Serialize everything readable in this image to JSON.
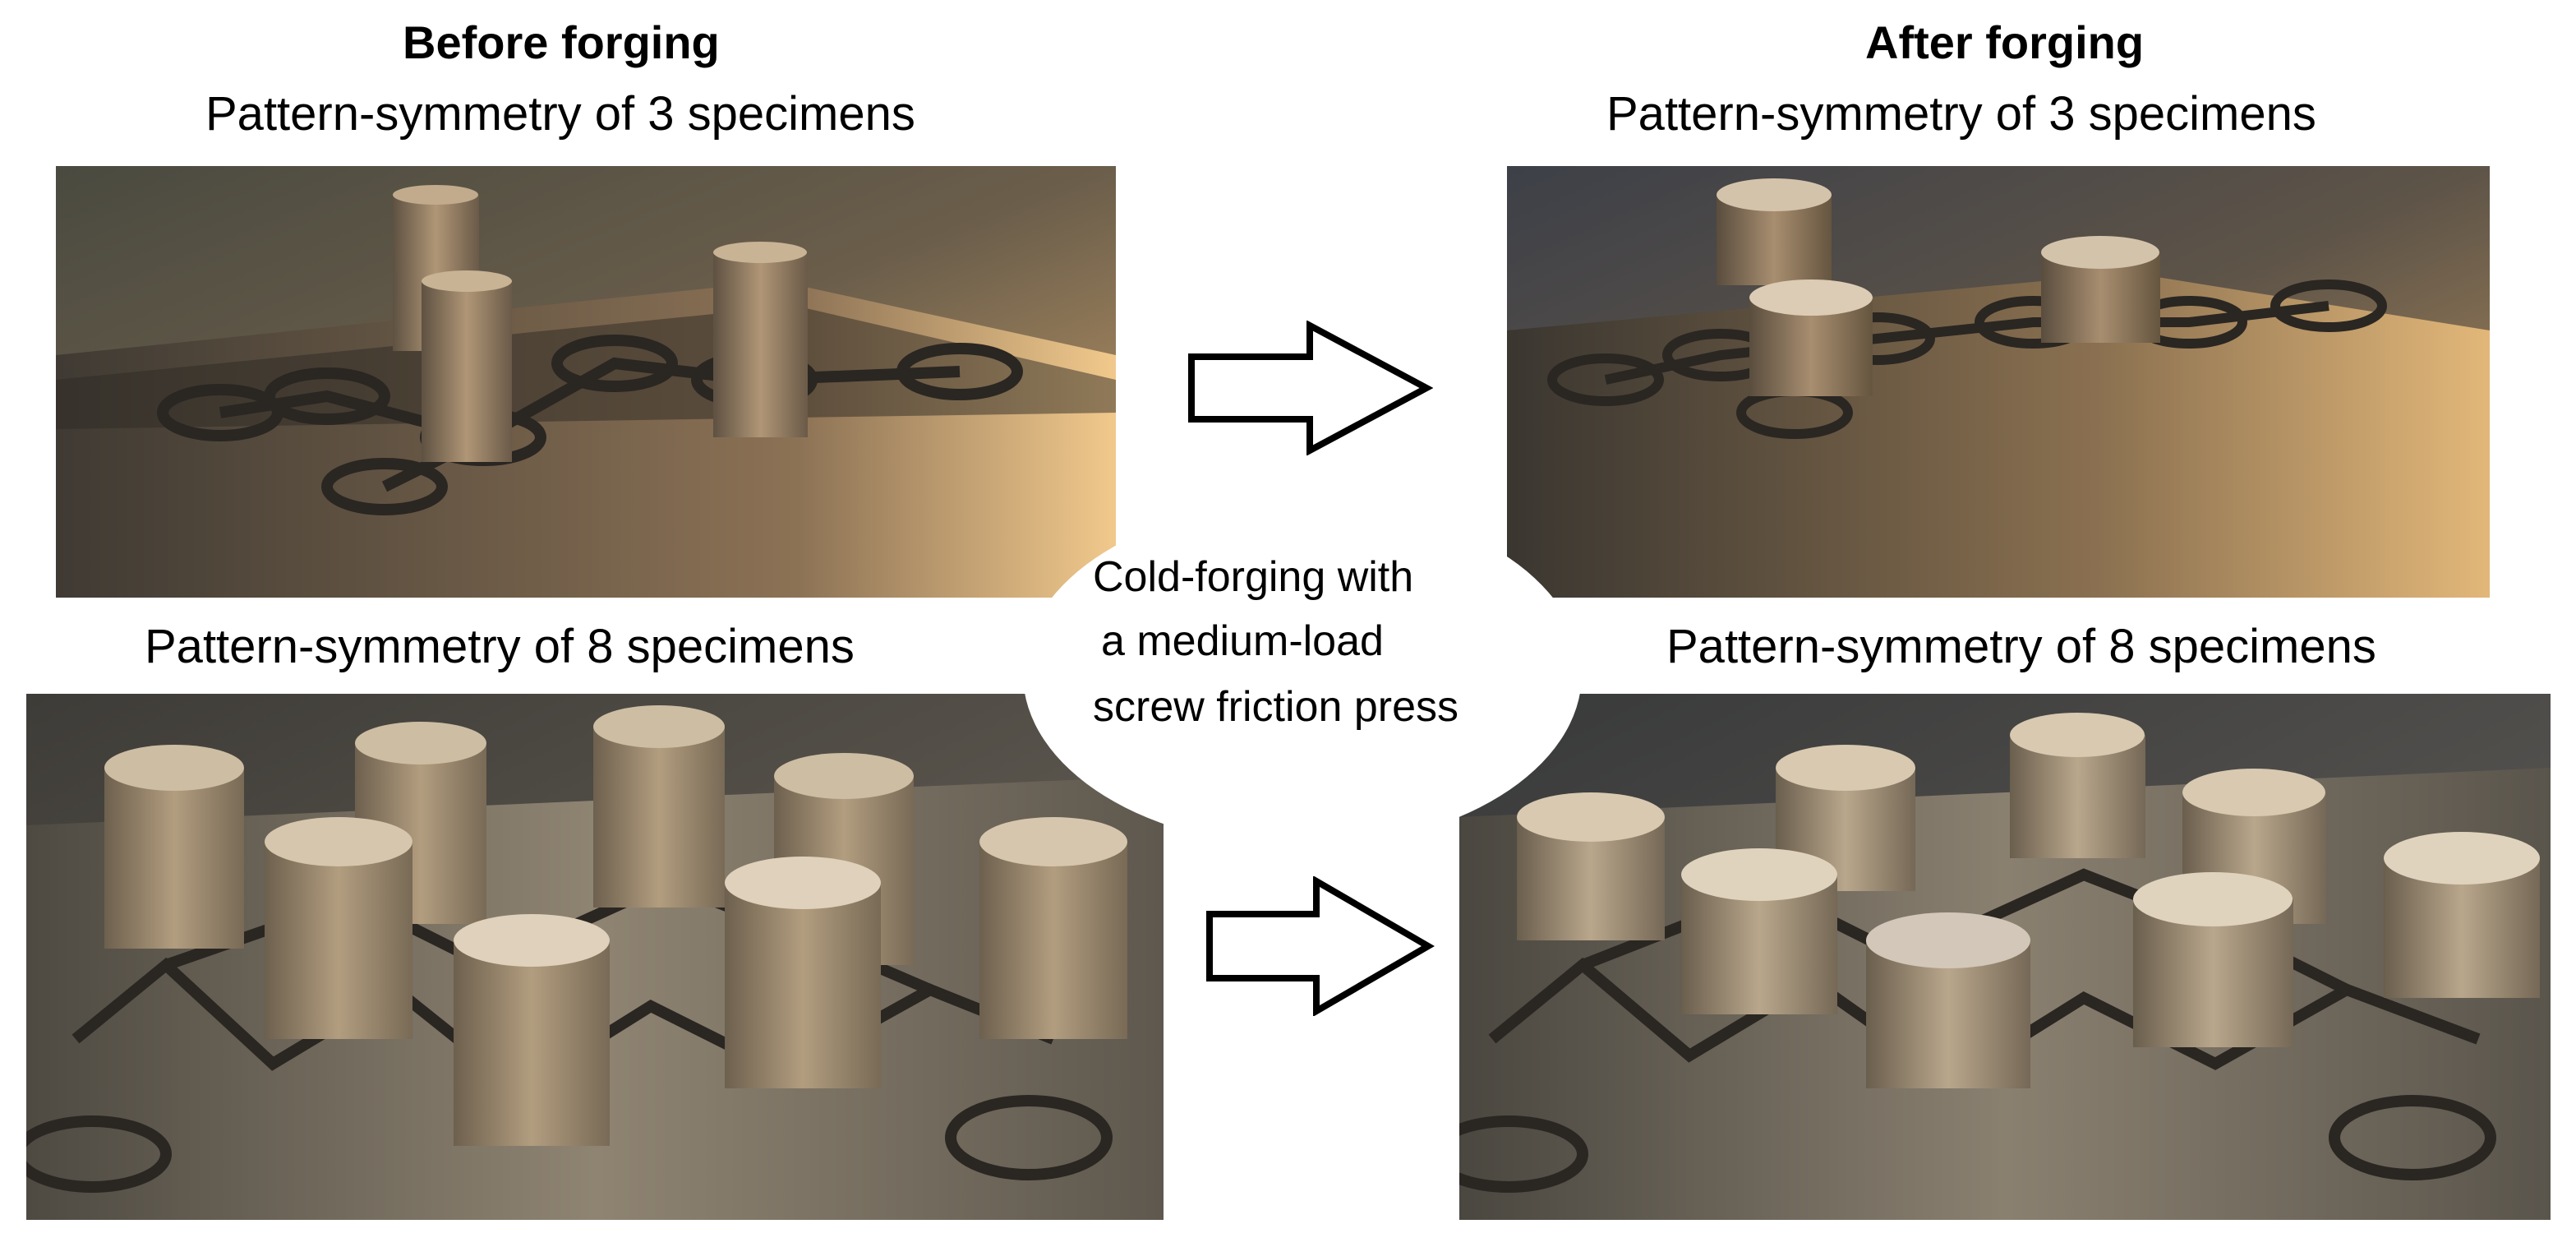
{
  "before": {
    "heading": "Before forging",
    "top_caption": "Pattern-symmetry of 3 specimens",
    "bottom_caption": "Pattern-symmetry of 8 specimens"
  },
  "after": {
    "heading": "After forging",
    "top_caption": "Pattern-symmetry of 3 specimens",
    "bottom_caption": "Pattern-symmetry of 8 specimens"
  },
  "process": {
    "line1": "Cold-forging with",
    "line2": "a medium-load",
    "line3": "screw friction press"
  },
  "icons": {
    "arrow": "right-arrow-icon"
  },
  "colors": {
    "steel_dark": "#3b3733",
    "steel_light": "#8c8275",
    "highlight": "#e9c38a",
    "specimen": "#a8957a"
  }
}
